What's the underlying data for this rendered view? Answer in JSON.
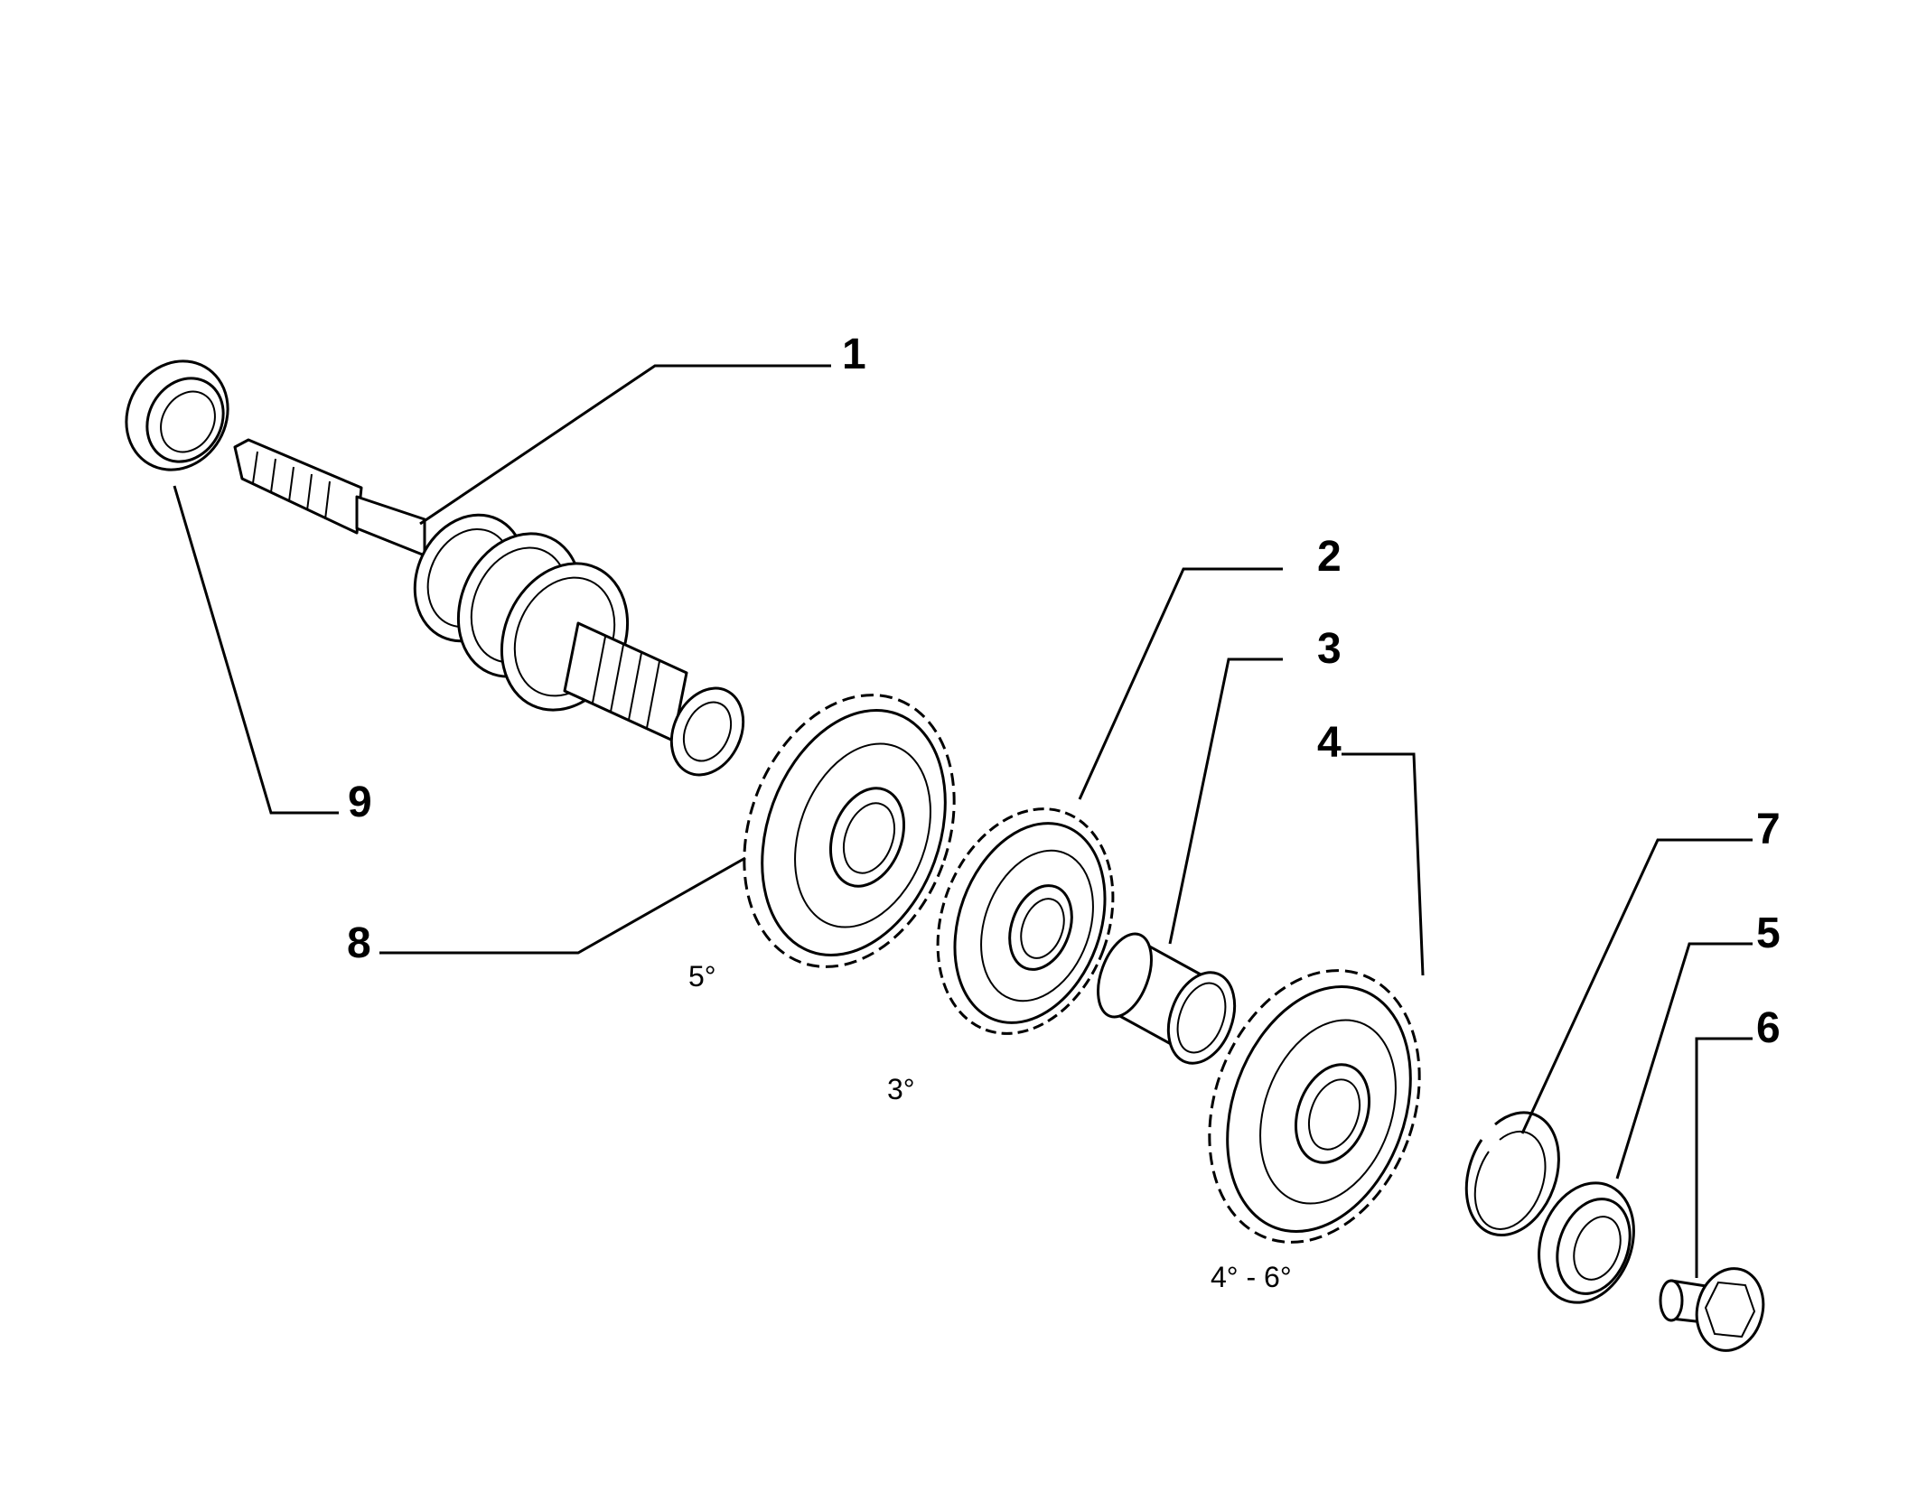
{
  "callouts": [
    {
      "id": "1",
      "label": "1"
    },
    {
      "id": "2",
      "label": "2"
    },
    {
      "id": "3",
      "label": "3"
    },
    {
      "id": "4",
      "label": "4"
    },
    {
      "id": "5",
      "label": "5"
    },
    {
      "id": "6",
      "label": "6"
    },
    {
      "id": "7",
      "label": "7"
    },
    {
      "id": "8",
      "label": "8"
    },
    {
      "id": "9",
      "label": "9"
    }
  ],
  "gear_captions": {
    "fifth": "5°",
    "third": "3°",
    "fourth_sixth": "4° - 6°"
  },
  "colors": {
    "line": "#000000",
    "background": "#ffffff"
  }
}
